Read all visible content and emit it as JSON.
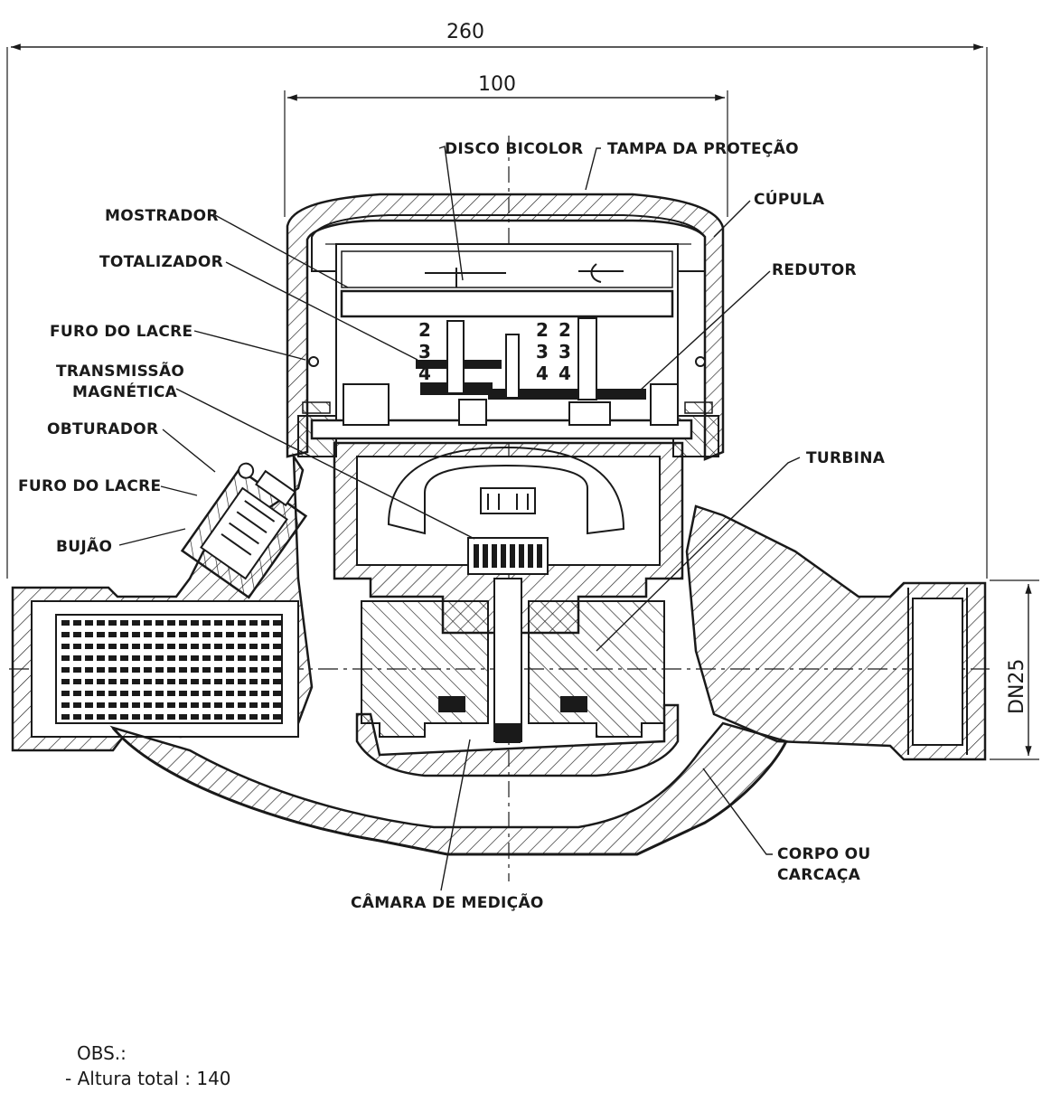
{
  "dimensions": {
    "overall_width": "260",
    "cup_width": "100",
    "nominal_diameter": "DN25"
  },
  "labels": {
    "disco_bicolor": "DISCO BICOLOR",
    "tampa_protecao": "TAMPA DA PROTEÇÃO",
    "cupula": "CÚPULA",
    "mostrador": "MOSTRADOR",
    "totalizador": "TOTALIZADOR",
    "redutor": "REDUTOR",
    "furo_lacre_top": "FURO DO LACRE",
    "transmissao_1": "TRANSMISSÃO",
    "transmissao_2": "MAGNÉTICA",
    "obturador": "OBTURADOR",
    "furo_lacre_side": "FURO DO LACRE",
    "bujao": "BUJÃO",
    "turbina": "TURBINA",
    "corpo_1": "CORPO OU",
    "corpo_2": "CARCAÇA",
    "camara": "CÂMARA DE MEDIÇÃO"
  },
  "register_digits": {
    "left": [
      "2",
      "3",
      "4"
    ],
    "right_a": [
      "2",
      "3",
      "4"
    ],
    "right_b": [
      "2",
      "3",
      "4"
    ]
  },
  "notes": {
    "heading": "OBS.:",
    "line1": "- Altura total : 140"
  }
}
